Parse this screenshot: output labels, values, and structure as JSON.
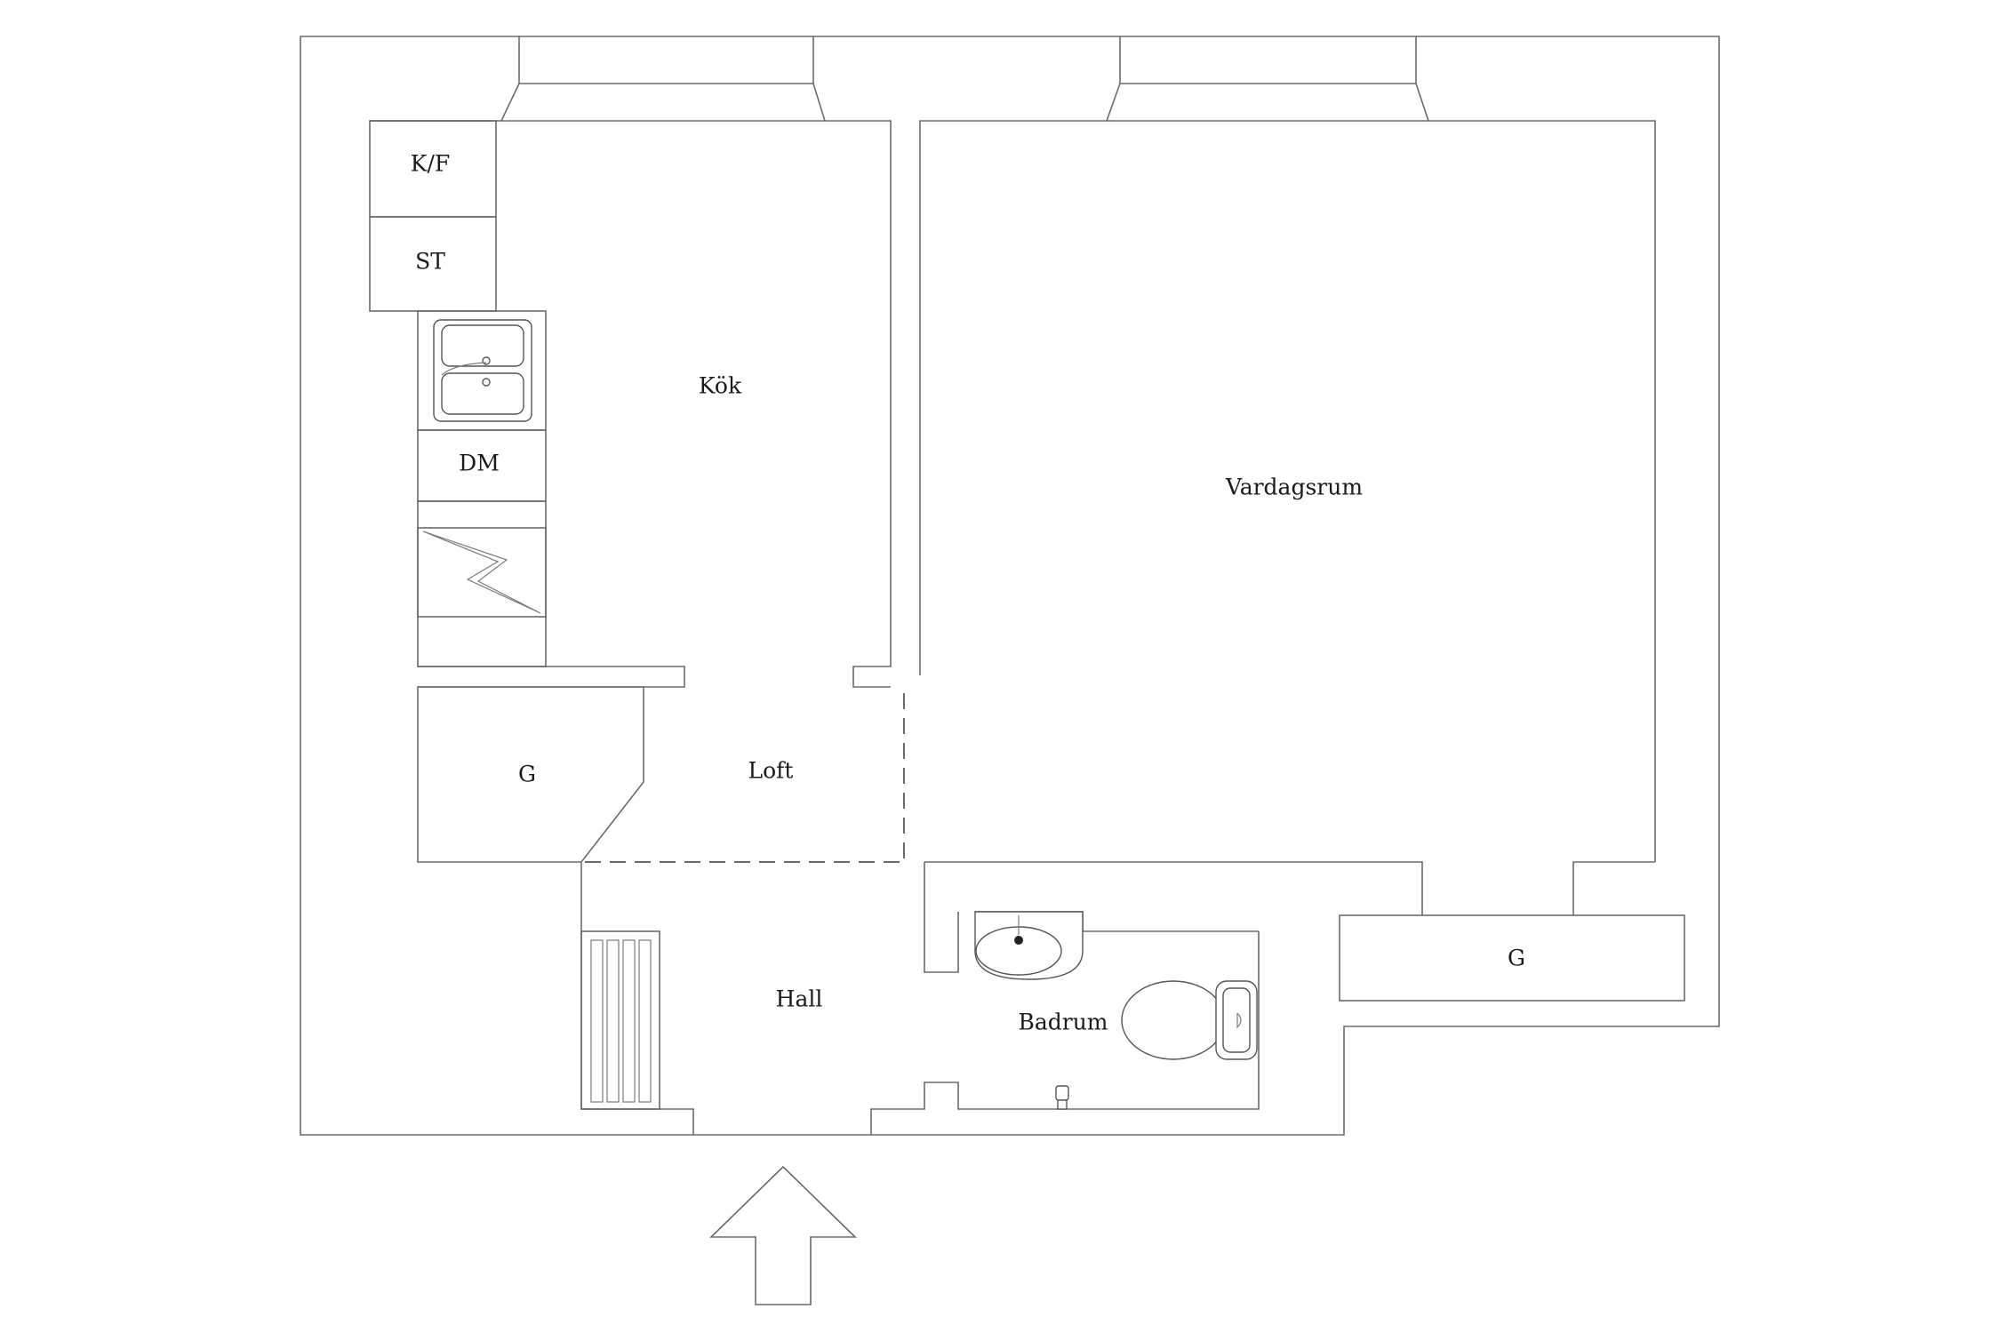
{
  "rooms": {
    "kf": "K/F",
    "st": "ST",
    "kok": "Kök",
    "dm": "DM",
    "vardagsrum": "Vardagsrum",
    "g_closet_left": "G",
    "loft": "Loft",
    "hall": "Hall",
    "badrum": "Badrum",
    "g_closet_right": "G"
  },
  "colors": {
    "line": "#6a6a6a",
    "text": "#1a1a1a",
    "background": "#ffffff"
  }
}
